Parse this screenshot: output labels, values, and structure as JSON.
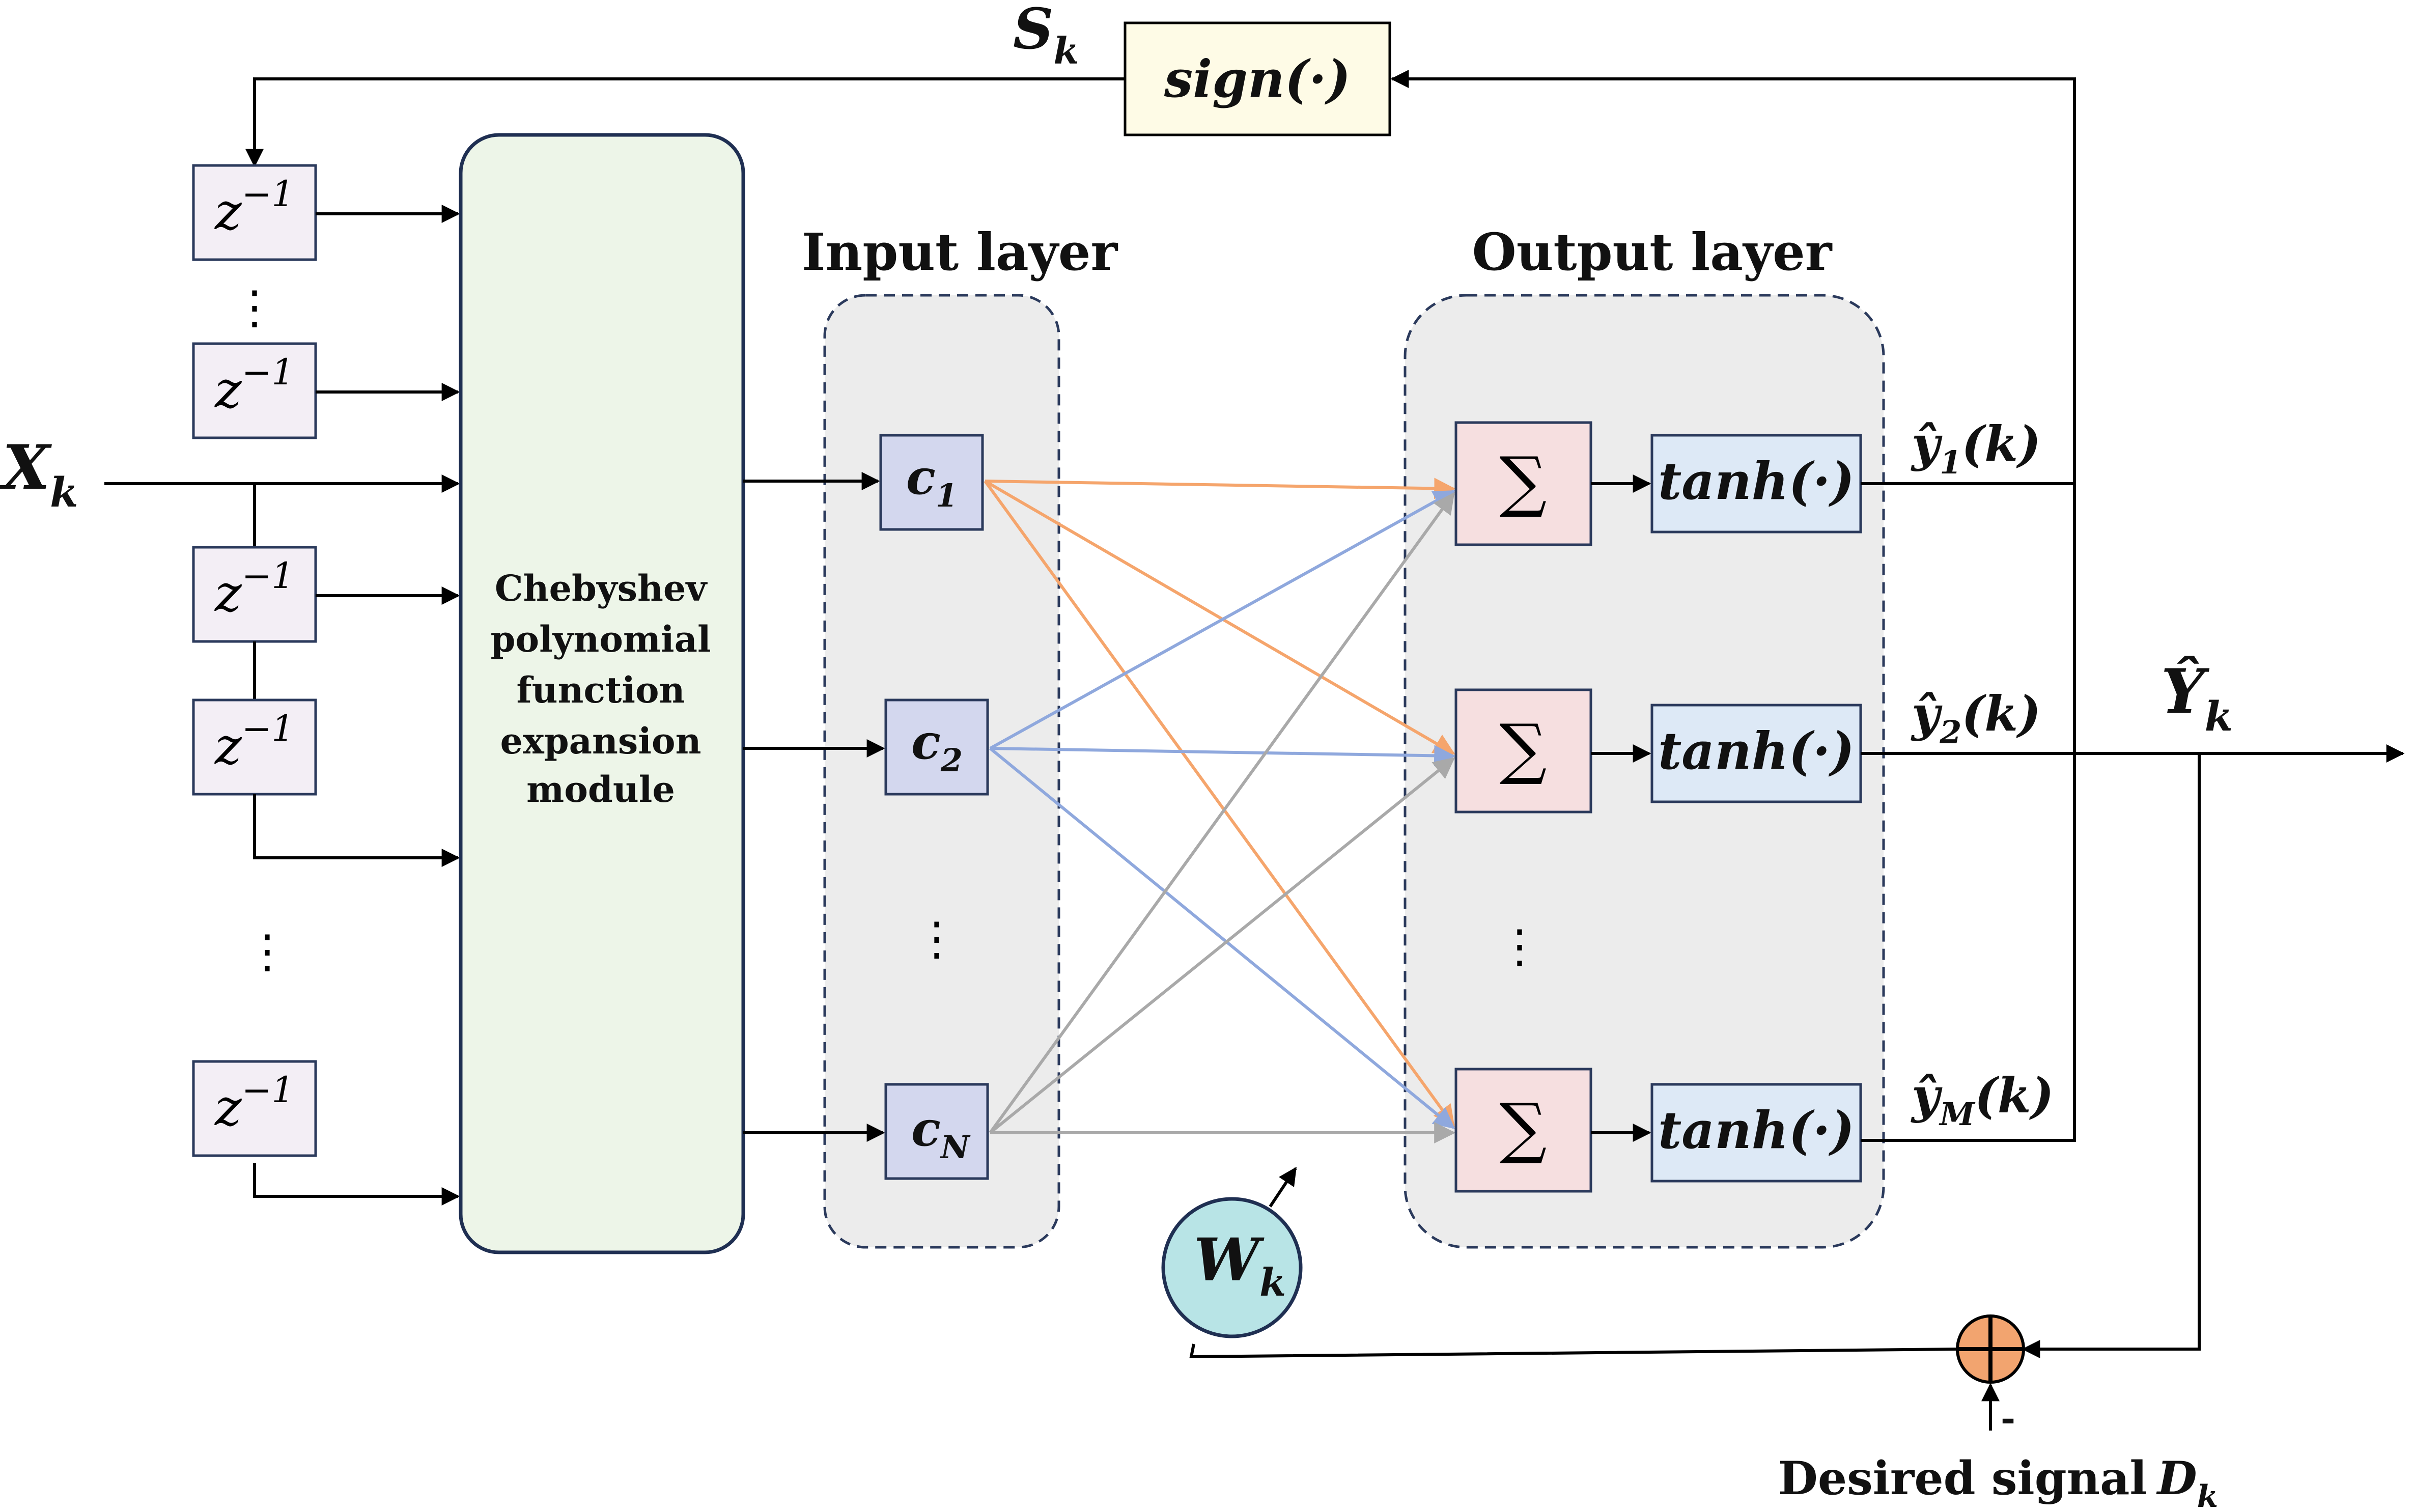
{
  "input_signal": {
    "symbol": "X",
    "sub": "k"
  },
  "feedback": {
    "symbol": "S",
    "sub": "k",
    "block": "sign(·)"
  },
  "delays": [
    {
      "text": "z",
      "sup": "−1"
    },
    {
      "text": "z",
      "sup": "−1"
    },
    {
      "text": "z",
      "sup": "−1"
    },
    {
      "text": "z",
      "sup": "−1"
    },
    {
      "text": "z",
      "sup": "−1"
    }
  ],
  "expansion_module": {
    "lines": [
      "Chebyshev",
      "polynomial",
      "function",
      "expansion",
      "module"
    ]
  },
  "input_layer": {
    "title": "Input layer",
    "nodes": [
      {
        "symbol": "c",
        "sub": "1"
      },
      {
        "symbol": "c",
        "sub": "2"
      },
      {
        "symbol": "c",
        "sub": "N"
      }
    ]
  },
  "output_layer": {
    "title": "Output layer",
    "sum_symbol": "∑",
    "activation": "tanh(·)",
    "outputs": [
      {
        "symbol": "ŷ",
        "sub": "1",
        "suffix": "(k)"
      },
      {
        "symbol": "ŷ",
        "sub": "2",
        "suffix": "(k)"
      },
      {
        "symbol": "ŷ",
        "sub": "M",
        "suffix": "(k)"
      }
    ]
  },
  "ellipsis": "⋮",
  "output_signal": {
    "symbol": "Ŷ",
    "sub": "k"
  },
  "weights": {
    "symbol": "W",
    "sub": "k"
  },
  "error": {
    "minus": "-",
    "desired_label": "Desired signal",
    "desired_symbol": "D",
    "desired_sub": "k"
  },
  "colors": {
    "c1_lines": "#f5a56c",
    "c2_lines": "#8fa8dd",
    "cN_lines": "#a9a9a9",
    "module_fill": "#edf5e8",
    "delay_fill": "#f3eef5",
    "node_fill": "#d3d7ee",
    "sum_fill": "#f6dfe0",
    "tanh_fill": "#dde9f6",
    "sign_fill": "#fefbe6",
    "weight_fill": "#b8e4e6",
    "adder_fill": "#f2a46f",
    "layer_fill": "#ececec"
  }
}
